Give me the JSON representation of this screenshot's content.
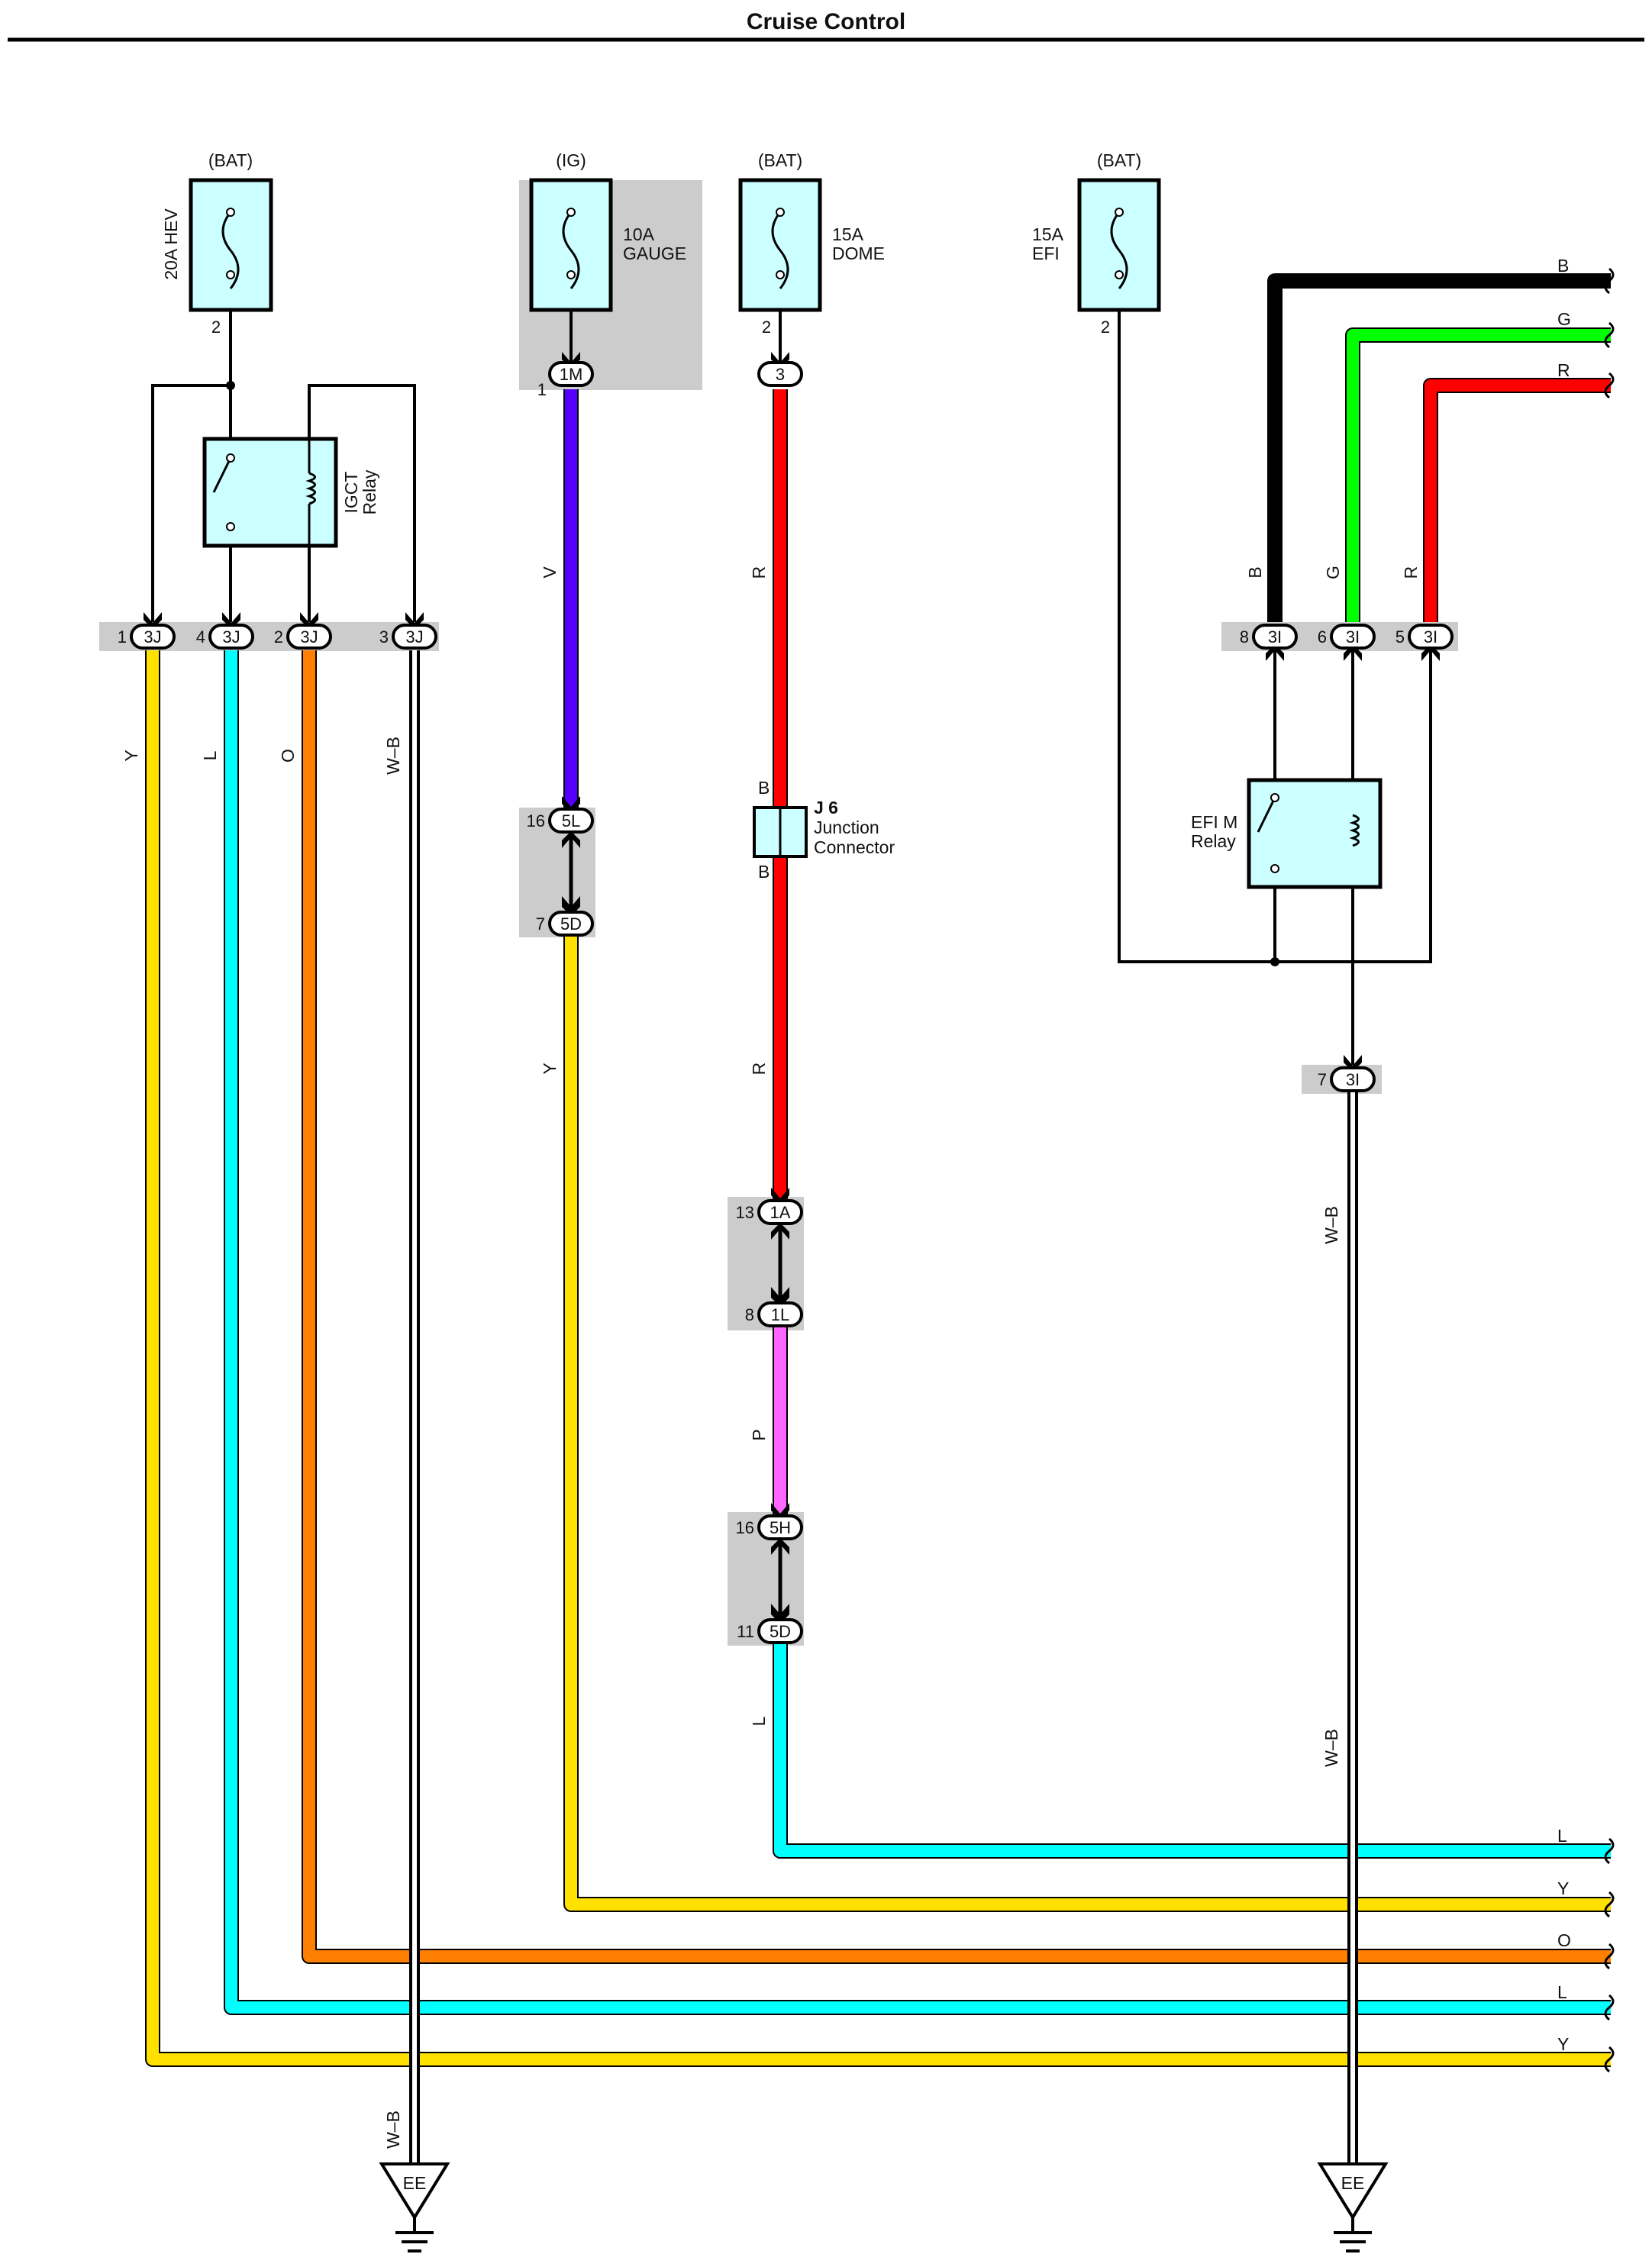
{
  "title": "Cruise Control",
  "colors": {
    "Y": "#FFE100",
    "L": "#00FFFF",
    "O": "#FF7F00",
    "V": "#5500FF",
    "R": "#FF0000",
    "P": "#FF66FF",
    "B": "#000000",
    "G": "#00FF00",
    "fuse_fill": "#CCFFFF",
    "connector_bg": "#CCCCCC"
  },
  "fuses": {
    "hev": {
      "source": "(BAT)",
      "rating": "20A HEV",
      "pin": "2"
    },
    "gauge": {
      "source": "(IG)",
      "rating": "10A",
      "name": "GAUGE",
      "pin": "1",
      "connector": "1M"
    },
    "dome": {
      "source": "(BAT)",
      "rating": "15A",
      "name": "DOME",
      "pin": "2",
      "connector": "3"
    },
    "efi": {
      "source": "(BAT)",
      "rating": "15A",
      "name": "EFI",
      "pin": "2"
    }
  },
  "relays": {
    "igct": {
      "line1": "IGCT",
      "line2": "Relay"
    },
    "efim": {
      "line1": "EFI M",
      "line2": "Relay"
    }
  },
  "junction": {
    "id": "J 6",
    "line1": "Junction",
    "line2": "Connector",
    "pin_top": "B",
    "pin_bottom": "B"
  },
  "connectors": {
    "c3j_1": {
      "pin": "1",
      "code": "3J"
    },
    "c3j_4": {
      "pin": "4",
      "code": "3J"
    },
    "c3j_2": {
      "pin": "2",
      "code": "3J"
    },
    "c3j_3": {
      "pin": "3",
      "code": "3J"
    },
    "c5l": {
      "pin": "16",
      "code": "5L"
    },
    "c5d_7": {
      "pin": "7",
      "code": "5D"
    },
    "c1a": {
      "pin": "13",
      "code": "1A"
    },
    "c1l": {
      "pin": "8",
      "code": "1L"
    },
    "c5h": {
      "pin": "16",
      "code": "5H"
    },
    "c5d_11": {
      "pin": "11",
      "code": "5D"
    },
    "c3i_8": {
      "pin": "8",
      "code": "3I"
    },
    "c3i_6": {
      "pin": "6",
      "code": "3I"
    },
    "c3i_5": {
      "pin": "5",
      "code": "3I"
    },
    "c3i_7": {
      "pin": "7",
      "code": "3I"
    }
  },
  "wire_labels": {
    "y_left": "Y",
    "l_left": "L",
    "o_left": "O",
    "wb_left": "W–B",
    "wb_left_bottom": "W–B",
    "v": "V",
    "y_mid": "Y",
    "r_top": "R",
    "r_mid": "R",
    "p": "P",
    "l_mid": "L",
    "b_vert": "B",
    "g_vert": "G",
    "r_vert": "R",
    "wb_right_top": "W–B",
    "wb_right_bottom": "W–B"
  },
  "right_edge_labels": {
    "b": "B",
    "g": "G",
    "r": "R",
    "l1": "L",
    "y1": "Y",
    "o": "O",
    "l2": "L",
    "y2": "Y"
  },
  "grounds": {
    "left": "EE",
    "right": "EE"
  }
}
